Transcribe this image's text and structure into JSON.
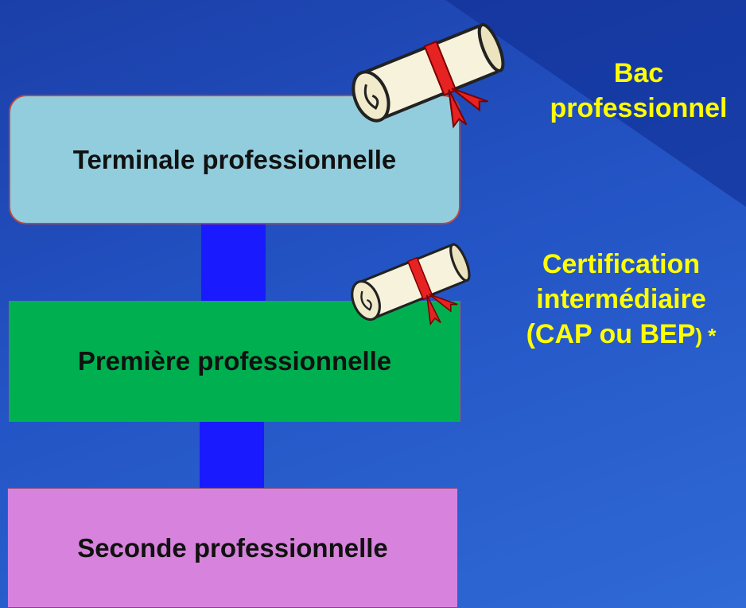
{
  "levels": {
    "terminale": "Terminale professionnelle",
    "premiere": "Première professionnelle",
    "seconde": "Seconde professionnelle"
  },
  "diplomas": {
    "bac_line1": "Bac",
    "bac_line2": "professionnel",
    "cert_line1": "Certification",
    "cert_line2": "intermédiaire",
    "cert_line3_main": "(CAP ou BEP",
    "cert_line3_suffix": ") *"
  },
  "colors": {
    "terminale": "#92cddd",
    "premiere": "#00b050",
    "seconde": "#d783dd",
    "connector": "#1a1aff",
    "diploma_text": "#ffff00"
  },
  "icons": [
    "diploma-scroll-icon",
    "diploma-scroll-icon"
  ]
}
